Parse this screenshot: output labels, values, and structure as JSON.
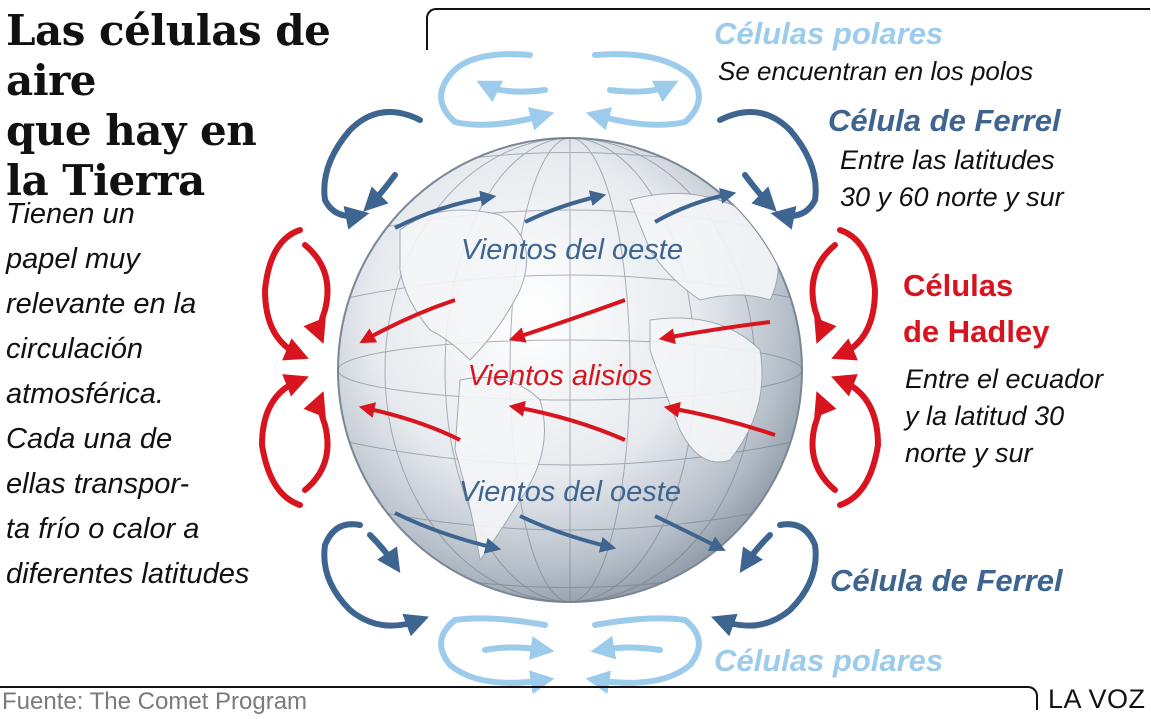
{
  "title": {
    "lines": [
      "Las células de aire",
      "que hay en",
      "la Tierra"
    ]
  },
  "intro": {
    "lines": [
      "Tienen un",
      "papel muy",
      "relevante en la",
      "circulación",
      "atmosférica.",
      "Cada una de",
      "ellas transpor-",
      "ta frío o calor a",
      "diferentes latitudes"
    ]
  },
  "labels": {
    "polar_top": "Células polares",
    "polar_top_desc": "Se encuentran en los polos",
    "ferrel_top": "Célula de Ferrel",
    "ferrel_desc_1": "Entre las latitudes",
    "ferrel_desc_2": "30 y 60 norte y sur",
    "hadley_1": "Células",
    "hadley_2": "de Hadley",
    "hadley_desc_1": "Entre el ecuador",
    "hadley_desc_2": "y la latitud 30",
    "hadley_desc_3": "norte y sur",
    "ferrel_bottom": "Célula de Ferrel",
    "polar_bottom": "Células polares"
  },
  "globe": {
    "westerlies_north": "Vientos del oeste",
    "trade_winds": "Vientos alisios",
    "westerlies_south": "Vientos del oeste"
  },
  "colors": {
    "polar": "#9ccbec",
    "ferrel": "#3d6590",
    "hadley": "#d8141f"
  },
  "footer": {
    "source": "Fuente: The Comet Program",
    "brand": "LA VOZ"
  }
}
